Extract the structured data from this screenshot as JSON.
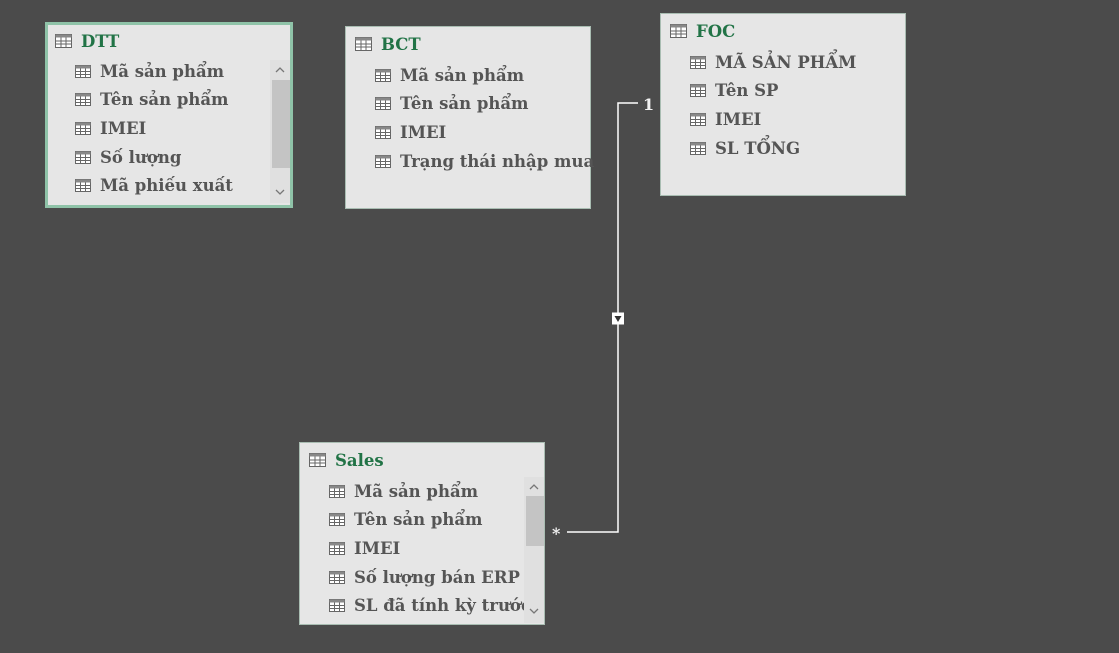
{
  "tables": {
    "dtt": {
      "name": "DTT",
      "fields": [
        "Mã sản phẩm",
        "Tên sản phẩm",
        "IMEI",
        "Số lượng",
        "Mã phiếu xuất"
      ]
    },
    "bct": {
      "name": "BCT",
      "fields": [
        "Mã sản phẩm",
        "Tên sản phẩm",
        "IMEI",
        "Trạng thái nhập mua"
      ]
    },
    "foc": {
      "name": "FOC",
      "fields": [
        "MÃ SẢN PHẨM",
        "Tên SP",
        "IMEI",
        "SL TỔNG"
      ]
    },
    "sales": {
      "name": "Sales",
      "fields": [
        "Mã sản phẩm",
        "Tên sản phẩm",
        "IMEI",
        "Số lượng bán ERP",
        "SL đã tính kỳ trước"
      ]
    }
  },
  "relationship": {
    "one_side_label": "1",
    "many_side_label": "*"
  },
  "icons": {
    "table": "table-icon",
    "field": "field-icon",
    "scroll_up": "chevron-up-icon",
    "scroll_down": "chevron-down-icon",
    "filter_direction": "filter-direction-arrow-icon"
  },
  "colors": {
    "canvas": "#4b4b4b",
    "card": "#e6e6e6",
    "title": "#217346",
    "field_text": "#555555",
    "selected_border": "#8fc3a8",
    "relationship_line": "#ffffff"
  }
}
